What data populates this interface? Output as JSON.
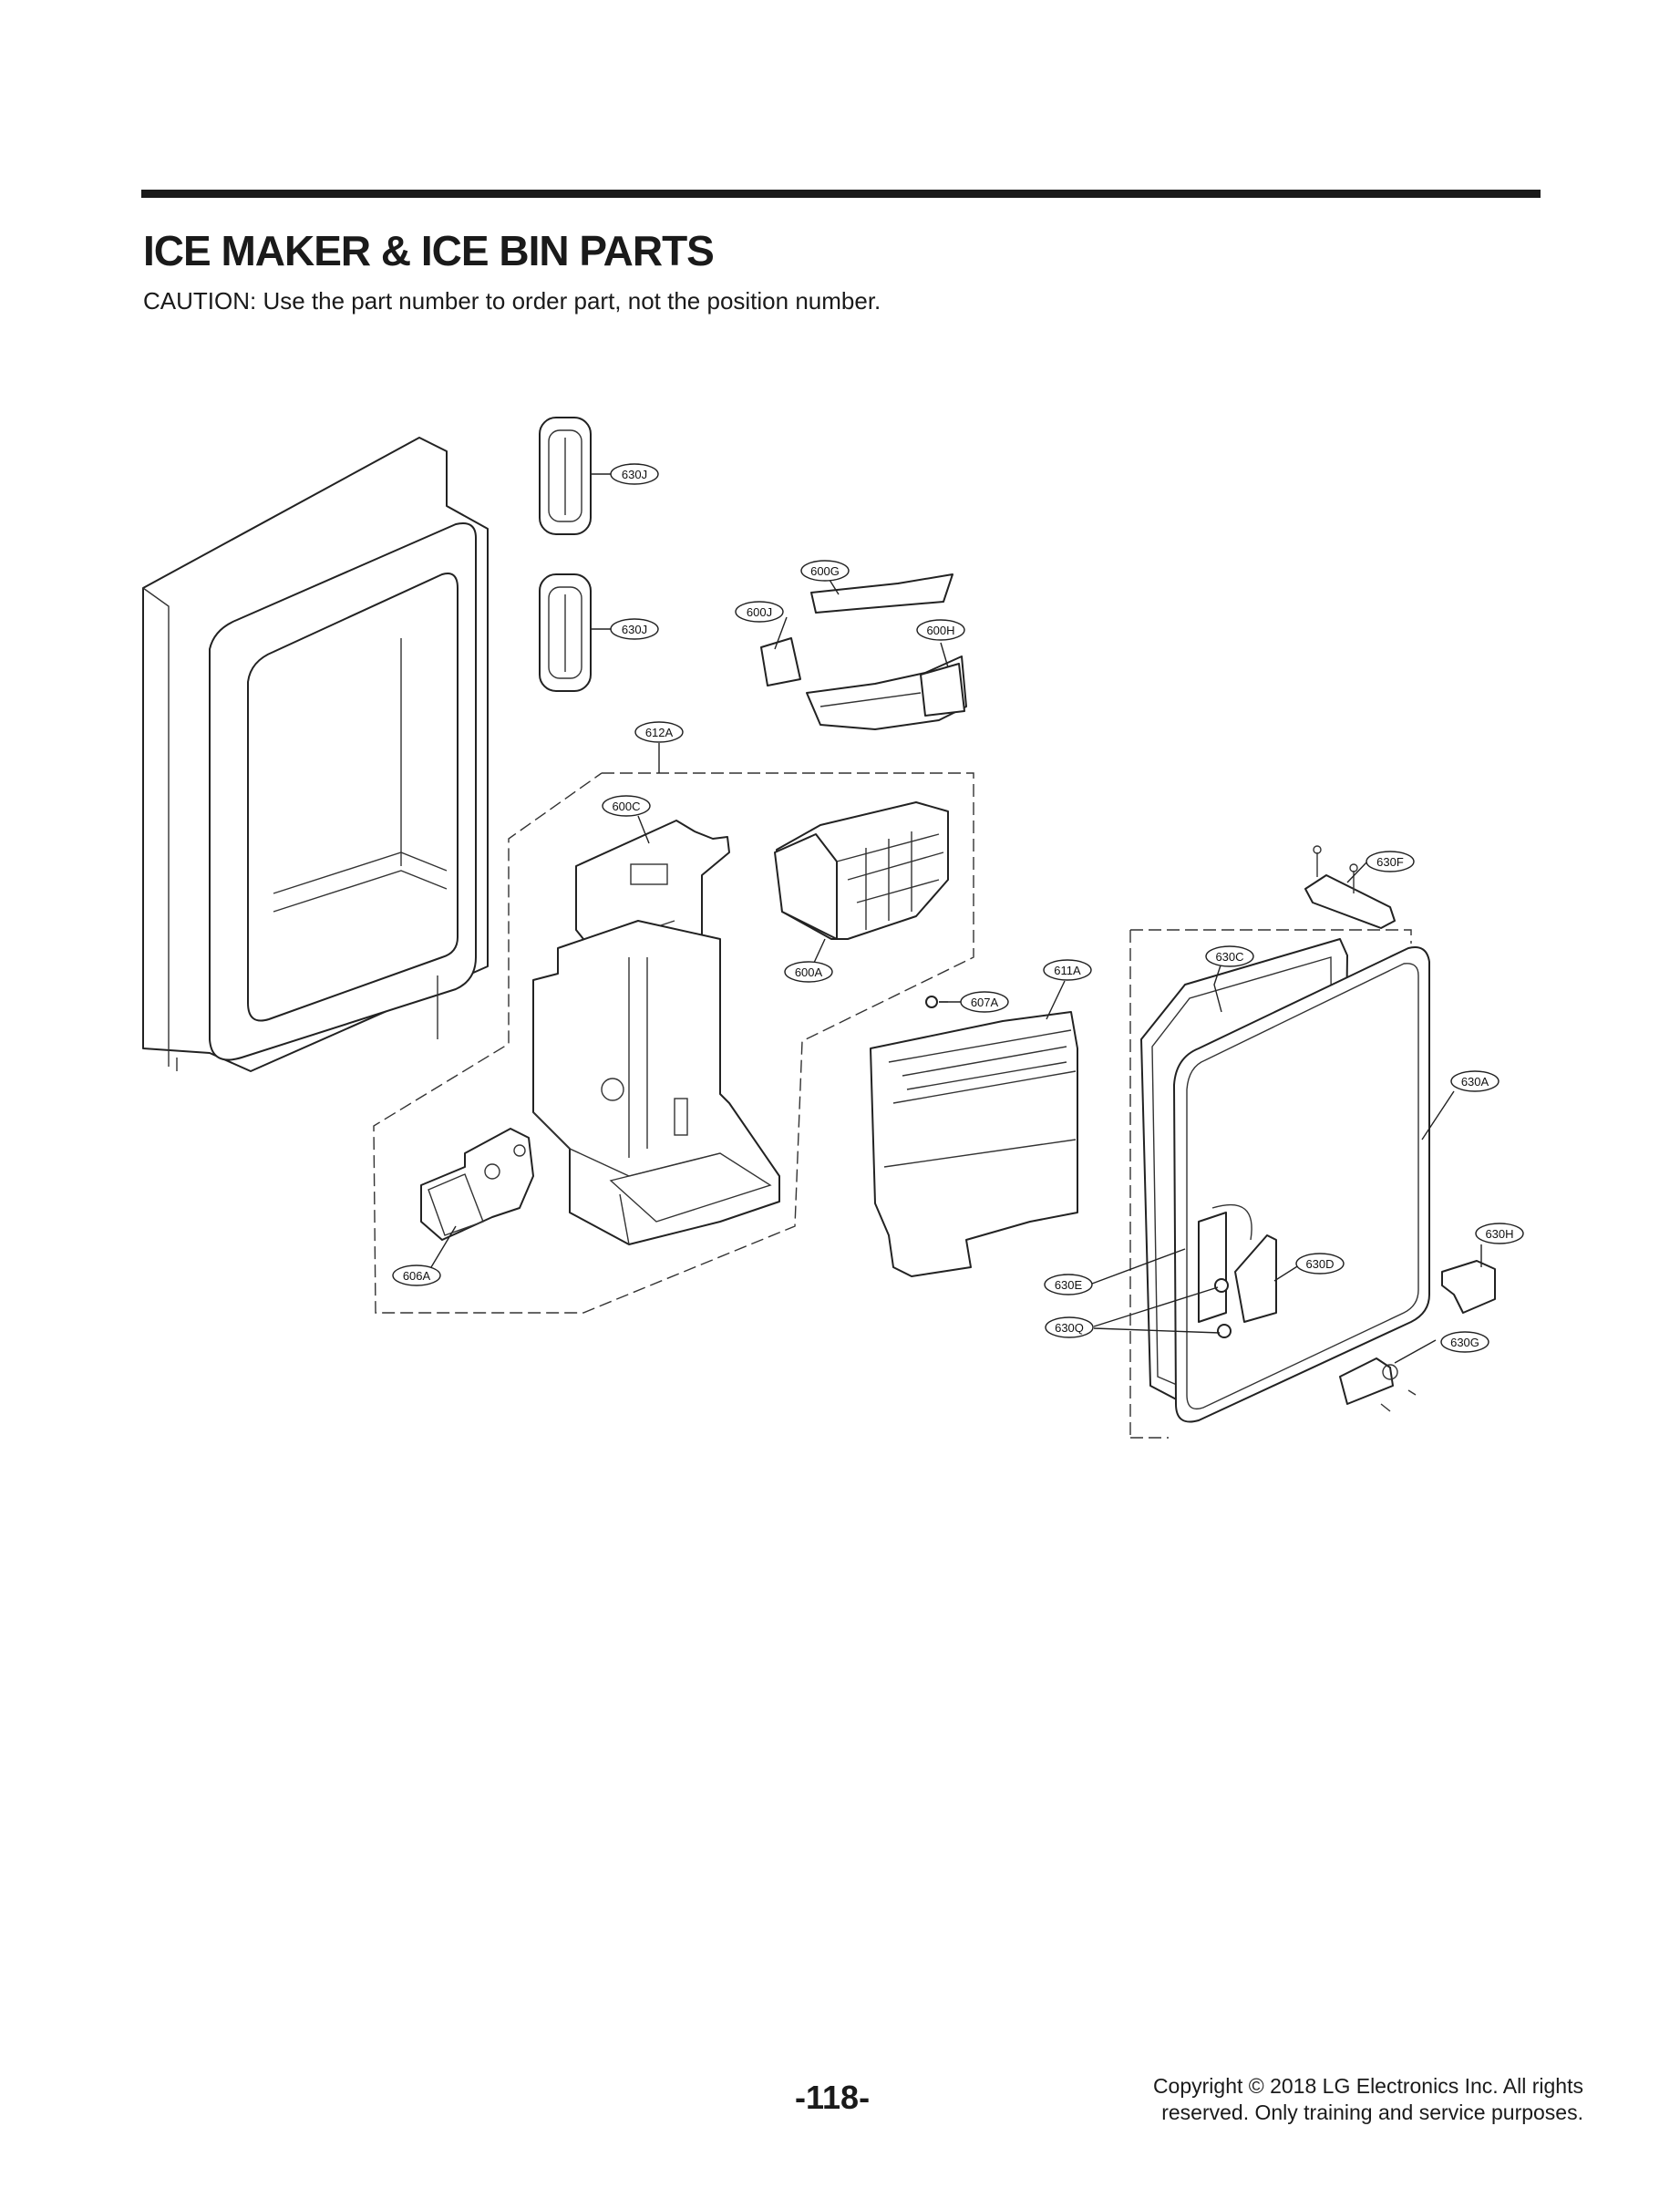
{
  "header": {
    "title": "ICE MAKER & ICE BIN PARTS",
    "caution": "CAUTION: Use the part number to order part, not the position number."
  },
  "diagram": {
    "callouts": [
      "630J",
      "630J",
      "600G",
      "600J",
      "600H",
      "612A",
      "600C",
      "600A",
      "607A",
      "611A",
      "630F",
      "630C",
      "630A",
      "630H",
      "630D",
      "630E",
      "630Q",
      "630G",
      "606A"
    ]
  },
  "footer": {
    "page_number": "-118-",
    "copyright_line1": "Copyright © 2018 LG Electronics Inc. All rights",
    "copyright_line2": "reserved. Only training and service purposes."
  }
}
